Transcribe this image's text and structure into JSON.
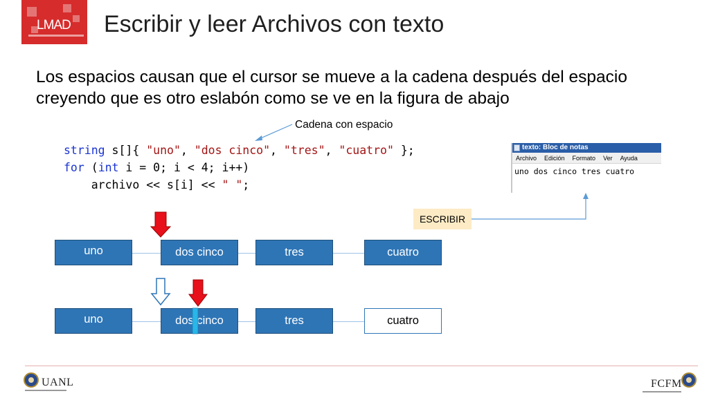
{
  "header": {
    "logo_text": "LMAD",
    "title": "Escribir y leer Archivos con texto"
  },
  "body": {
    "paragraph": "Los espacios causan que el cursor se mueve a la cadena después del espacio creyendo que es otro eslabón como se ve en la figura de abajo"
  },
  "callout": {
    "label": "Cadena con espacio"
  },
  "code": {
    "line1": {
      "kw": "string",
      "decl": " s[]{ ",
      "s1": "\"uno\"",
      "c1": ", ",
      "s2": "\"dos cinco\"",
      "c2": ", ",
      "s3": "\"tres\"",
      "c3": ", ",
      "s4": "\"cuatro\"",
      "end": " };"
    },
    "line2": {
      "kw1": "for",
      "p1": " (",
      "kw2": "int",
      "rest": " i = 0; i < 4; i++)"
    },
    "line3": {
      "text": "    archivo << s[i] << ",
      "str": "\" \"",
      "end": ";"
    }
  },
  "notepad": {
    "title": "texto: Bloc de notas",
    "menu": [
      "Archivo",
      "Edición",
      "Formato",
      "Ver",
      "Ayuda"
    ],
    "content": "uno dos cinco tres cuatro"
  },
  "escribir_label": "ESCRIBIR",
  "row1": [
    "uno",
    "dos cinco",
    "tres",
    "cuatro"
  ],
  "row2": [
    "uno",
    "dos cinco",
    "tres",
    "cuatro"
  ],
  "footer": {
    "left": "UANL",
    "right": "FCFM"
  },
  "colors": {
    "box_fill": "#2e75b6",
    "box_border": "#1f4e79",
    "pointer_red": "#e8101a",
    "cursor_cyan": "#29b6e8",
    "logo_red": "#d62c2c",
    "escribir_bg": "#fdebc5"
  }
}
